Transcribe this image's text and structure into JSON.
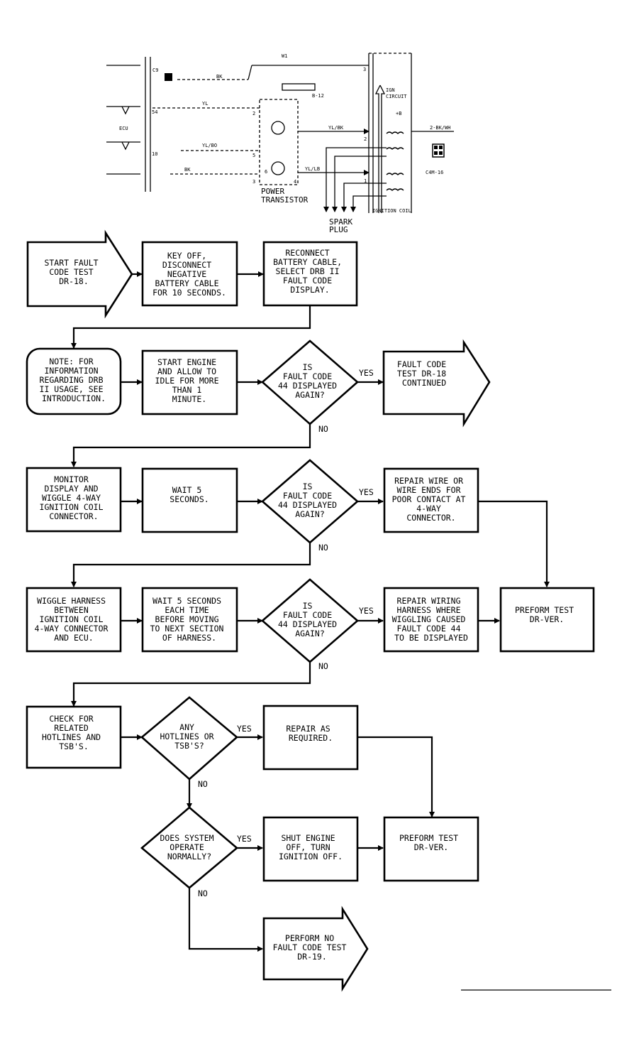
{
  "schematic": {
    "labels": {
      "w1": "W1",
      "bk_top": "BK",
      "c9": "C9",
      "pin3_top": "3",
      "b12": "B-12",
      "circuit_top": "CIRCUIT",
      "circuit_sub": "IGN",
      "plus_b": "+B",
      "c54": "54",
      "ecu": "ECU",
      "yl": "YL",
      "pin2a": "2",
      "yl_bk": "YL/BK",
      "pin2b": "2",
      "wire_out": "2-BK/WH",
      "c10": "10",
      "yl_bo": "YL/BO",
      "pin5": "5",
      "c4m16": "C4M-16",
      "bk_mid": "BK",
      "pin6": "6",
      "yl_lb": "YL/LB",
      "pin1": "1",
      "pin3b": "3",
      "pin4": "4",
      "power_transistor_1": "POWER",
      "power_transistor_2": "TRANSISTOR",
      "spark_plug_1": "SPARK",
      "spark_plug_2": "PLUG",
      "ignition_coil": "IGNITION COIL"
    }
  },
  "flow": {
    "start": [
      "START FAULT",
      "CODE TEST",
      "DR-18."
    ],
    "key_off": [
      "KEY OFF,",
      "DISCONNECT",
      "NEGATIVE",
      "BATTERY CABLE",
      "FOR 10 SECONDS."
    ],
    "reconnect": [
      "RECONNECT",
      "BATTERY CABLE,",
      "SELECT DRB II",
      "FAULT CODE",
      "DISPLAY."
    ],
    "note": [
      "NOTE: FOR",
      "INFORMATION",
      "REGARDING DRB",
      "II USAGE, SEE",
      "INTRODUCTION."
    ],
    "start_engine": [
      "START ENGINE",
      "AND ALLOW TO",
      "IDLE FOR MORE",
      "THAN 1",
      "MINUTE."
    ],
    "decision1": [
      "IS",
      "FAULT CODE",
      "44 DISPLAYED",
      "AGAIN?"
    ],
    "continued": [
      "FAULT CODE",
      "TEST DR-18",
      "CONTINUED"
    ],
    "monitor": [
      "MONITOR",
      "DISPLAY AND",
      "WIGGLE 4-WAY",
      "IGNITION COIL",
      "CONNECTOR."
    ],
    "wait5": [
      "WAIT 5",
      "SECONDS."
    ],
    "decision2": [
      "IS",
      "FAULT CODE",
      "44 DISPLAYED",
      "AGAIN?"
    ],
    "repair_wire": [
      "REPAIR WIRE OR",
      "WIRE ENDS FOR",
      "POOR CONTACT AT",
      "4-WAY",
      "CONNECTOR."
    ],
    "wiggle_harness": [
      "WIGGLE HARNESS",
      "BETWEEN",
      "IGNITION COIL",
      "4-WAY CONNECTOR",
      "AND ECU."
    ],
    "wait5_each": [
      "WAIT 5 SECONDS",
      "EACH TIME",
      "BEFORE MOVING",
      "TO NEXT SECTION",
      "OF HARNESS."
    ],
    "decision3": [
      "IS",
      "FAULT CODE",
      "44 DISPLAYED",
      "AGAIN?"
    ],
    "repair_harness": [
      "REPAIR WIRING",
      "HARNESS WHERE",
      "WIGGLING CAUSED",
      "FAULT CODE 44",
      "TO BE DISPLAYED"
    ],
    "perform_test_1": [
      "PREFORM TEST",
      "DR-VER."
    ],
    "check_hotlines": [
      "CHECK FOR",
      "RELATED",
      "HOTLINES AND",
      "TSB'S."
    ],
    "decision4": [
      "ANY",
      "HOTLINES OR",
      "TSB'S?"
    ],
    "repair_required": [
      "REPAIR AS",
      "REQUIRED."
    ],
    "decision5": [
      "DOES SYSTEM",
      "OPERATE",
      "NORMALLY?"
    ],
    "shut_engine": [
      "SHUT ENGINE",
      "OFF, TURN",
      "IGNITION OFF."
    ],
    "perform_test_2": [
      "PREFORM TEST",
      "DR-VER."
    ],
    "perform_no_fault": [
      "PERFORM NO",
      "FAULT CODE TEST",
      "DR-19."
    ],
    "yes": "YES",
    "no": "NO"
  }
}
